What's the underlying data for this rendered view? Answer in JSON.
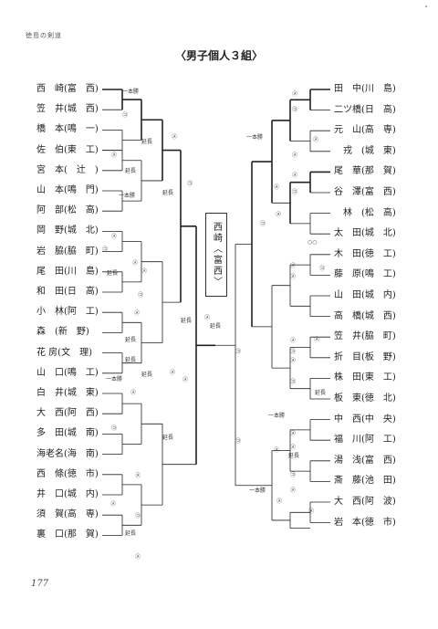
{
  "header": "徳島の剣道",
  "title": "〈男子個人３組〉",
  "winner": "西崎〈富西〉",
  "page_number": "177",
  "left_players": [
    "西　崎(富　西)",
    "笠　井(城　西)",
    "橋　本(鳴　一)",
    "佐　伯(東　工)",
    "宮　本(　辻　)",
    "山　本(鳴　門)",
    "阿　部(松　高)",
    "岡　野(城　北)",
    "岩　脇(脇　町)",
    "尾　田(川　島)",
    "和　田(日　高)",
    "小　林(阿　工)",
    "森　(新　野)",
    "花 房(文　理)",
    "山　口(鳴　工)",
    "白　井(城　東)",
    "大　西(阿　西)",
    "多　田(城　南)",
    "海老名(海　南)",
    "西　條(徳　市)",
    "井　口(城　内)",
    "須　賀(高　専)",
    "裏　口(那　賀)"
  ],
  "right_players": [
    "田　中(川　島)",
    "二ツ橋(日　高)",
    "元　山(高　専)",
    "　戎　(城　東)",
    "尾　華(那　賀)",
    "谷　澤(富　西)",
    "　林　(松　高)",
    "太　田(城　北)",
    "木　田(徳　工)",
    "藤　原(鳴　工)",
    "山　田(城　内)",
    "高　橋(城　西)",
    "笠　井(脇　町)",
    "折　目(板　野)",
    "株　田(東　工)",
    "板　東(徳　北)",
    "中　西(中　央)",
    "福　川(阿　工)",
    "湯　浅(富　西)",
    "斎　藤(池　田)",
    "大　西(阿　波)",
    "岩　本(徳　市)"
  ],
  "notes": {
    "ippon": "一本勝",
    "encho": "延長",
    "score": "㋱",
    "score2": "㋙",
    "circles": "○○"
  }
}
